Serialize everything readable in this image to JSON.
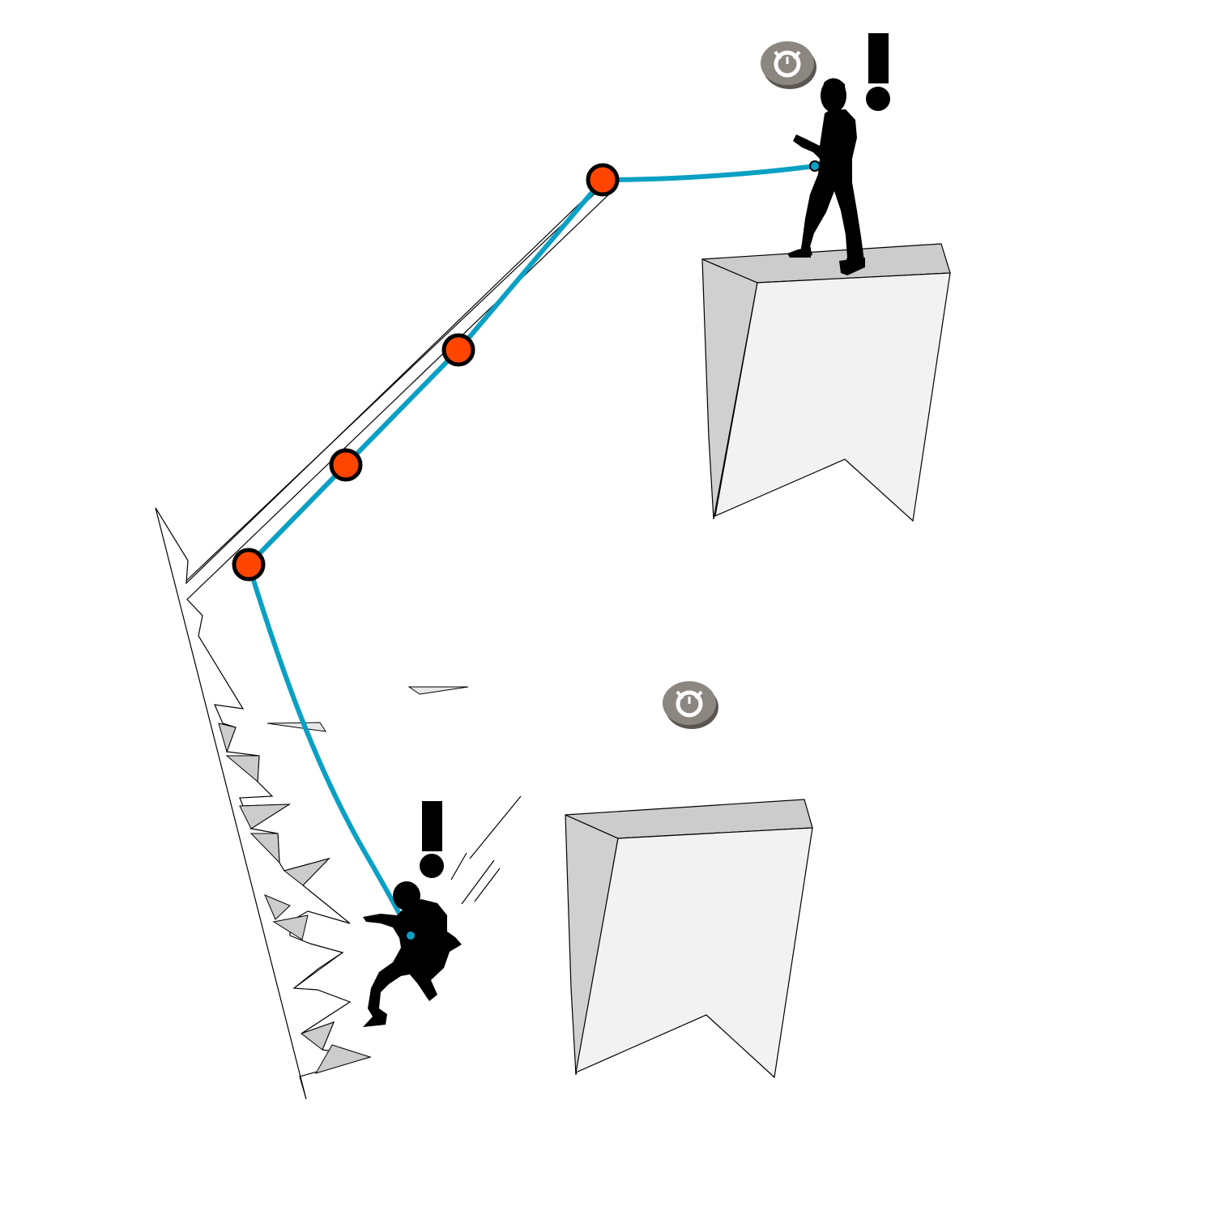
{
  "colors": {
    "background": "#ffffff",
    "rope": "#0aa0c4",
    "quickdraw_fill": "#ff4500",
    "outline": "#000000",
    "block_top": "#cccccc",
    "block_face": "#f2f2f2",
    "block_side": "#d0d0d0",
    "wall_shade": "#cccccc",
    "icon_disc": "#8c8681",
    "icon_symbol": "#ffffff"
  },
  "scene": {
    "top_stage": {
      "belayer": "standing-belayer-figure",
      "warning": "exclamation-mark",
      "time_icon": "stopwatch-icon",
      "platform": "rock-block"
    },
    "bottom_stage": {
      "climber": "falling-climber-figure",
      "warning": "exclamation-mark",
      "time_icon": "stopwatch-icon",
      "platform": "rock-block"
    },
    "quickdraw_count": 4
  }
}
